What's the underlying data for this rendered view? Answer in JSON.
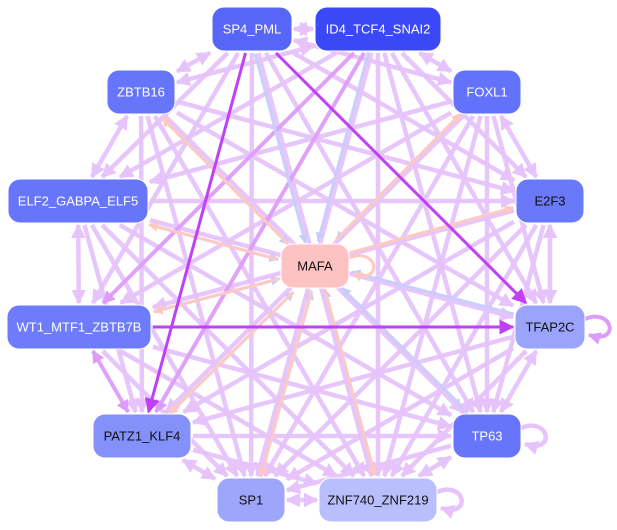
{
  "title": "Transcription factor regulatory network",
  "colors": {
    "edge_default": "#e6c3fb",
    "edge_medium": "#dd9cf9",
    "edge_strong": "#c040f7",
    "edge_blue": "#c7cdfb",
    "edge_salmon": "#ffc8c0",
    "node_border": "#ffffff"
  },
  "nodes": [
    {
      "id": "SP4_PML",
      "label": "SP4_PML",
      "fill": "#5866f8",
      "text": "#ffffff"
    },
    {
      "id": "ID4_TCF4_SNAI2",
      "label": "ID4_TCF4_SNAI2",
      "fill": "#3a48f8",
      "text": "#ffffff"
    },
    {
      "id": "ZBTB16",
      "label": "ZBTB16",
      "fill": "#6675fa",
      "text": "#ffffff"
    },
    {
      "id": "FOXL1",
      "label": "FOXL1",
      "fill": "#6272fa",
      "text": "#ffffff"
    },
    {
      "id": "ELF2_GABPA_ELF5",
      "label": "ELF2_GABPA_ELF5",
      "fill": "#6675fa",
      "text": "#ffffff"
    },
    {
      "id": "E2F3",
      "label": "E2F3",
      "fill": "#6a78fa",
      "text": "#111111"
    },
    {
      "id": "MAFA",
      "label": "MAFA",
      "fill": "#ffc2c2",
      "text": "#111111"
    },
    {
      "id": "WT1_MTF1_ZBTB7B",
      "label": "WT1_MTF1_ZBTB7B",
      "fill": "#6e7cfb",
      "text": "#ffffff"
    },
    {
      "id": "TFAP2C",
      "label": "TFAP2C",
      "fill": "#9aa4fb",
      "text": "#111111"
    },
    {
      "id": "PATZ1_KLF4",
      "label": "PATZ1_KLF4",
      "fill": "#8591fb",
      "text": "#111111"
    },
    {
      "id": "TP63",
      "label": "TP63",
      "fill": "#6675fa",
      "text": "#ffffff"
    },
    {
      "id": "SP1",
      "label": "SP1",
      "fill": "#9da6fb",
      "text": "#111111"
    },
    {
      "id": "ZNF740_ZNF219",
      "label": "ZNF740_ZNF219",
      "fill": "#b8bffc",
      "text": "#111111"
    }
  ],
  "edges": [
    {
      "from": "SP4_PML",
      "to": "ID4_TCF4_SNAI2",
      "style": "default",
      "bidirectional": true
    },
    {
      "from": "SP4_PML",
      "to": "TFAP2C",
      "style": "strong"
    },
    {
      "from": "SP4_PML",
      "to": "MAFA",
      "style": "blue"
    },
    {
      "from": "SP4_PML",
      "to": "FOXL1",
      "style": "default",
      "bidirectional": true
    },
    {
      "from": "SP4_PML",
      "to": "ZBTB16",
      "style": "default",
      "bidirectional": true
    },
    {
      "from": "SP4_PML",
      "to": "ELF2_GABPA_ELF5",
      "style": "default"
    },
    {
      "from": "SP4_PML",
      "to": "PATZ1_KLF4",
      "style": "strong"
    },
    {
      "from": "SP4_PML",
      "to": "SP1",
      "style": "default"
    },
    {
      "from": "SP4_PML",
      "to": "ZNF740_ZNF219",
      "style": "default"
    },
    {
      "from": "SP4_PML",
      "to": "TP63",
      "style": "default"
    },
    {
      "from": "SP4_PML",
      "to": "E2F3",
      "style": "default"
    },
    {
      "from": "SP4_PML",
      "to": "WT1_MTF1_ZBTB7B",
      "style": "default"
    },
    {
      "from": "ID4_TCF4_SNAI2",
      "to": "MAFA",
      "style": "blue"
    },
    {
      "from": "ID4_TCF4_SNAI2",
      "to": "FOXL1",
      "style": "default",
      "bidirectional": true
    },
    {
      "from": "ID4_TCF4_SNAI2",
      "to": "ZBTB16",
      "style": "default",
      "bidirectional": true
    },
    {
      "from": "ID4_TCF4_SNAI2",
      "to": "WT1_MTF1_ZBTB7B",
      "style": "medium"
    },
    {
      "from": "ID4_TCF4_SNAI2",
      "to": "ELF2_GABPA_ELF5",
      "style": "default"
    },
    {
      "from": "ID4_TCF4_SNAI2",
      "to": "E2F3",
      "style": "default"
    },
    {
      "from": "ID4_TCF4_SNAI2",
      "to": "TFAP2C",
      "style": "default"
    },
    {
      "from": "ID4_TCF4_SNAI2",
      "to": "TP63",
      "style": "default"
    },
    {
      "from": "ID4_TCF4_SNAI2",
      "to": "ZNF740_ZNF219",
      "style": "default"
    },
    {
      "from": "ID4_TCF4_SNAI2",
      "to": "SP1",
      "style": "default"
    },
    {
      "from": "ID4_TCF4_SNAI2",
      "to": "PATZ1_KLF4",
      "style": "medium"
    },
    {
      "from": "ZBTB16",
      "to": "ELF2_GABPA_ELF5",
      "style": "default",
      "bidirectional": true
    },
    {
      "from": "ZBTB16",
      "to": "E2F3",
      "style": "default"
    },
    {
      "from": "ZBTB16",
      "to": "TFAP2C",
      "style": "default"
    },
    {
      "from": "ZBTB16",
      "to": "SP1",
      "style": "default"
    },
    {
      "from": "ZBTB16",
      "to": "ZNF740_ZNF219",
      "style": "default"
    },
    {
      "from": "ZBTB16",
      "to": "PATZ1_KLF4",
      "style": "default"
    },
    {
      "from": "ZBTB16",
      "to": "TP63",
      "style": "default"
    },
    {
      "from": "MAFA",
      "to": "ZBTB16",
      "style": "salmon"
    },
    {
      "from": "FOXL1",
      "to": "E2F3",
      "style": "default",
      "bidirectional": true
    },
    {
      "from": "FOXL1",
      "to": "TFAP2C",
      "style": "default"
    },
    {
      "from": "FOXL1",
      "to": "TP63",
      "style": "default"
    },
    {
      "from": "FOXL1",
      "to": "SP1",
      "style": "default"
    },
    {
      "from": "FOXL1",
      "to": "ZNF740_ZNF219",
      "style": "default"
    },
    {
      "from": "FOXL1",
      "to": "PATZ1_KLF4",
      "style": "default"
    },
    {
      "from": "FOXL1",
      "to": "ELF2_GABPA_ELF5",
      "style": "default"
    },
    {
      "from": "FOXL1",
      "to": "WT1_MTF1_ZBTB7B",
      "style": "default"
    },
    {
      "from": "MAFA",
      "to": "FOXL1",
      "style": "salmon"
    },
    {
      "from": "ELF2_GABPA_ELF5",
      "to": "WT1_MTF1_ZBTB7B",
      "style": "default",
      "bidirectional": true
    },
    {
      "from": "ELF2_GABPA_ELF5",
      "to": "E2F3",
      "style": "default"
    },
    {
      "from": "ELF2_GABPA_ELF5",
      "to": "TFAP2C",
      "style": "default"
    },
    {
      "from": "ELF2_GABPA_ELF5",
      "to": "TP63",
      "style": "default"
    },
    {
      "from": "ELF2_GABPA_ELF5",
      "to": "SP1",
      "style": "default"
    },
    {
      "from": "ELF2_GABPA_ELF5",
      "to": "ZNF740_ZNF219",
      "style": "default"
    },
    {
      "from": "ELF2_GABPA_ELF5",
      "to": "PATZ1_KLF4",
      "style": "default"
    },
    {
      "from": "MAFA",
      "to": "ELF2_GABPA_ELF5",
      "style": "salmon"
    },
    {
      "from": "E2F3",
      "to": "TFAP2C",
      "style": "default",
      "bidirectional": true
    },
    {
      "from": "E2F3",
      "to": "TP63",
      "style": "default"
    },
    {
      "from": "E2F3",
      "to": "SP1",
      "style": "default"
    },
    {
      "from": "E2F3",
      "to": "ZNF740_ZNF219",
      "style": "default"
    },
    {
      "from": "E2F3",
      "to": "PATZ1_KLF4",
      "style": "default"
    },
    {
      "from": "E2F3",
      "to": "WT1_MTF1_ZBTB7B",
      "style": "default"
    },
    {
      "from": "MAFA",
      "to": "E2F3",
      "style": "salmon"
    },
    {
      "from": "WT1_MTF1_ZBTB7B",
      "to": "TFAP2C",
      "style": "strong"
    },
    {
      "from": "WT1_MTF1_ZBTB7B",
      "to": "PATZ1_KLF4",
      "style": "medium",
      "bidirectional": true
    },
    {
      "from": "WT1_MTF1_ZBTB7B",
      "to": "TP63",
      "style": "default"
    },
    {
      "from": "WT1_MTF1_ZBTB7B",
      "to": "SP1",
      "style": "default"
    },
    {
      "from": "WT1_MTF1_ZBTB7B",
      "to": "ZNF740_ZNF219",
      "style": "default"
    },
    {
      "from": "MAFA",
      "to": "WT1_MTF1_ZBTB7B",
      "style": "salmon"
    },
    {
      "from": "TFAP2C",
      "to": "MAFA",
      "style": "blue"
    },
    {
      "from": "TFAP2C",
      "to": "TP63",
      "style": "default",
      "bidirectional": true
    },
    {
      "from": "TFAP2C",
      "to": "PATZ1_KLF4",
      "style": "default"
    },
    {
      "from": "TFAP2C",
      "to": "SP1",
      "style": "default"
    },
    {
      "from": "TFAP2C",
      "to": "ZNF740_ZNF219",
      "style": "default"
    },
    {
      "from": "PATZ1_KLF4",
      "to": "SP1",
      "style": "default",
      "bidirectional": true
    },
    {
      "from": "PATZ1_KLF4",
      "to": "TP63",
      "style": "default"
    },
    {
      "from": "PATZ1_KLF4",
      "to": "ZNF740_ZNF219",
      "style": "default"
    },
    {
      "from": "PATZ1_KLF4",
      "to": "MAFA",
      "style": "blue"
    },
    {
      "from": "MAFA",
      "to": "PATZ1_KLF4",
      "style": "salmon"
    },
    {
      "from": "TP63",
      "to": "MAFA",
      "style": "blue"
    },
    {
      "from": "TP63",
      "to": "SP1",
      "style": "default"
    },
    {
      "from": "TP63",
      "to": "ZNF740_ZNF219",
      "style": "default",
      "bidirectional": true
    },
    {
      "from": "SP1",
      "to": "ZNF740_ZNF219",
      "style": "default",
      "bidirectional": true
    },
    {
      "from": "SP1",
      "to": "MAFA",
      "style": "blue"
    },
    {
      "from": "MAFA",
      "to": "SP1",
      "style": "salmon"
    },
    {
      "from": "ZNF740_ZNF219",
      "to": "MAFA",
      "style": "blue"
    },
    {
      "from": "MAFA",
      "to": "ZNF740_ZNF219",
      "style": "salmon"
    },
    {
      "from": "ZBTB16",
      "to": "MAFA",
      "style": "blue"
    },
    {
      "from": "ELF2_GABPA_ELF5",
      "to": "MAFA",
      "style": "blue"
    },
    {
      "from": "WT1_MTF1_ZBTB7B",
      "to": "MAFA",
      "style": "blue"
    },
    {
      "from": "FOXL1",
      "to": "MAFA",
      "style": "blue"
    }
  ],
  "self_loops": [
    {
      "node": "MAFA",
      "style": "salmon"
    },
    {
      "node": "TFAP2C",
      "style": "medium"
    },
    {
      "node": "TP63",
      "style": "default"
    },
    {
      "node": "ZNF740_ZNF219",
      "style": "default"
    }
  ]
}
